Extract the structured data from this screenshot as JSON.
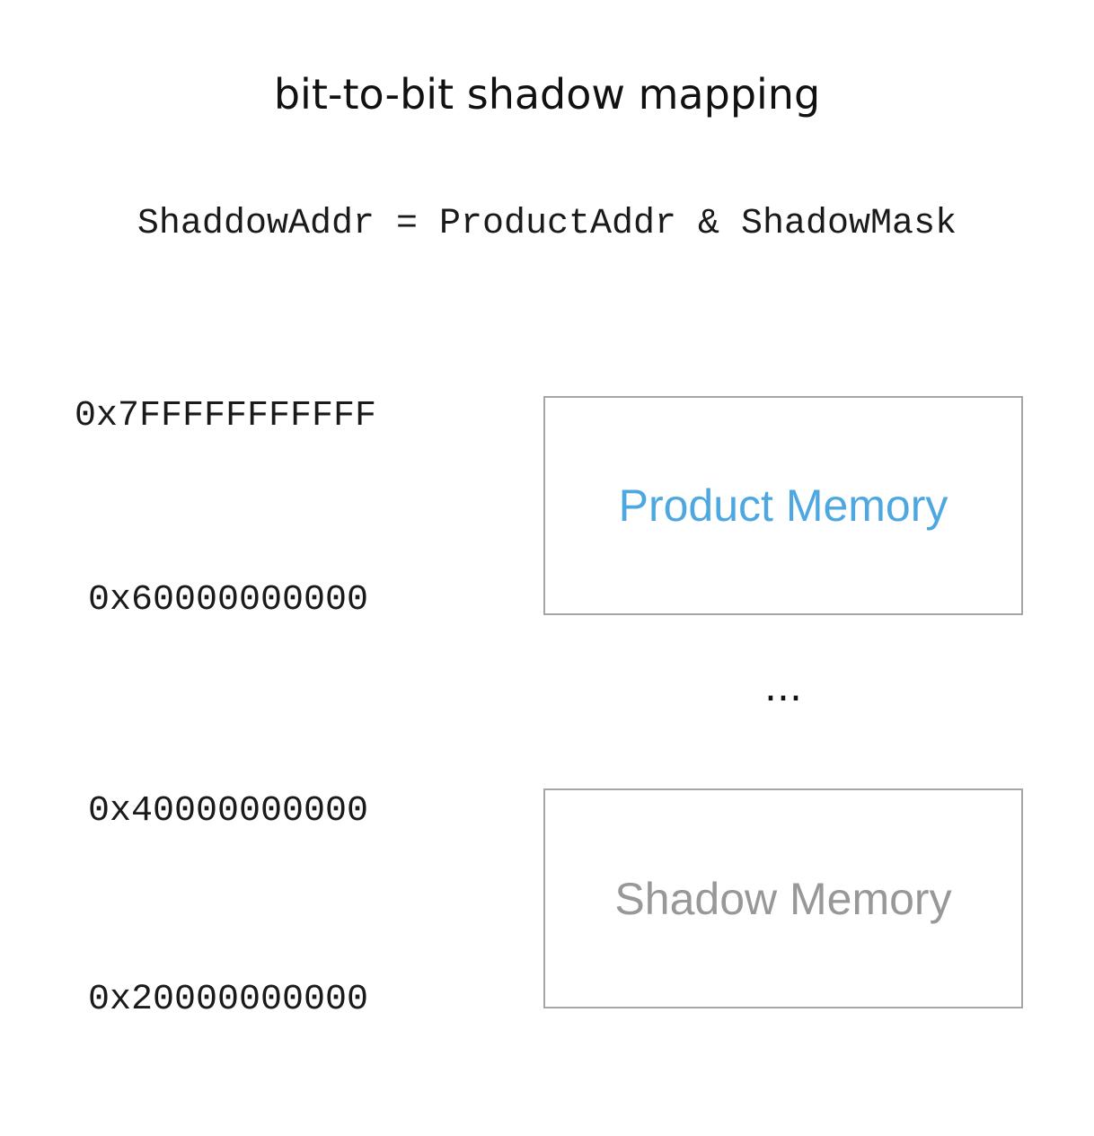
{
  "title": "bit-to-bit shadow mapping",
  "formula": "ShaddowAddr = ProductAddr & ShadowMask",
  "address_labels": [
    {
      "value": "0x7FFFFFFFFFFF"
    },
    {
      "value": "0x60000000000"
    },
    {
      "value": "0x40000000000"
    },
    {
      "value": "0x20000000000"
    }
  ],
  "regions": [
    {
      "label": "Product Memory",
      "color": "#4DA8E2"
    },
    {
      "label": "Shadow Memory",
      "color": "#989898"
    }
  ],
  "ellipsis": "...",
  "colors": {
    "text": "#111111",
    "box_border": "#A5A5A5",
    "product_label": "#4DA8E2",
    "shadow_label": "#989898",
    "background": "#FFFFFF"
  }
}
